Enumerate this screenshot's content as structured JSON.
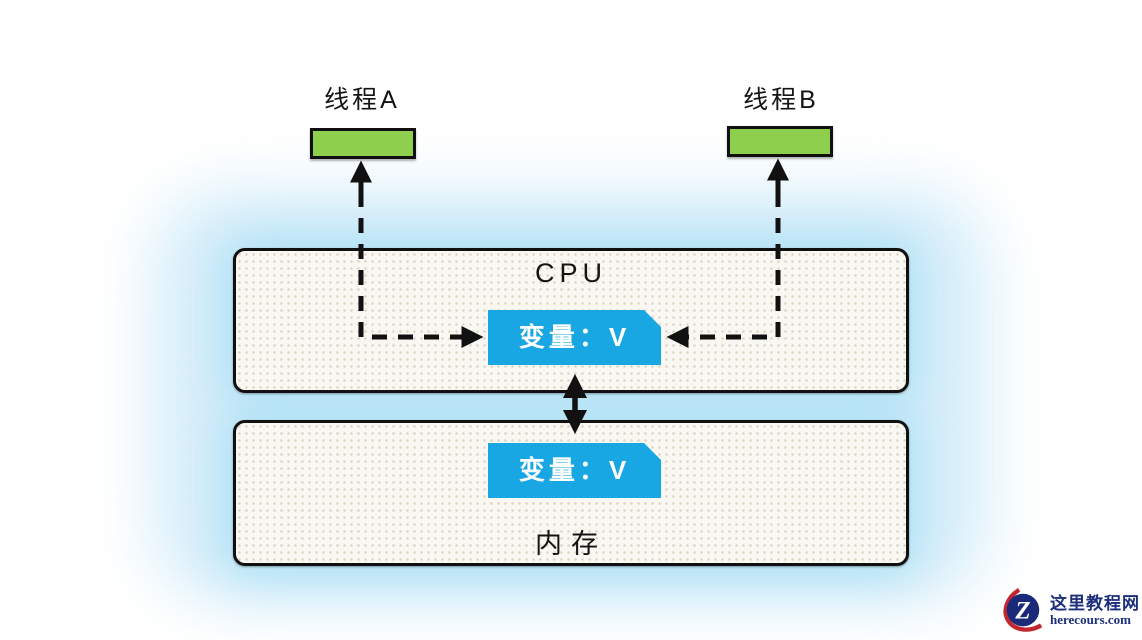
{
  "diagram": {
    "thread_a_label": "线程A",
    "thread_b_label": "线程B",
    "cpu_label": "CPU",
    "cpu_variable_label": "变量：V",
    "memory_variable_label": "变量：V",
    "memory_label": "内存",
    "colors": {
      "thread_box_green": "#8ed04e",
      "variable_box_blue": "#18a7e2",
      "glow_blue": "#ace0f5",
      "panel_fill": "#f9f7f2",
      "arrow_black": "#111111"
    }
  },
  "watermark": {
    "logo_letter": "Z",
    "site_name": "这里教程网",
    "site_url": "herecours.com",
    "navy": "#1c2f7a",
    "red": "#c1272d"
  }
}
